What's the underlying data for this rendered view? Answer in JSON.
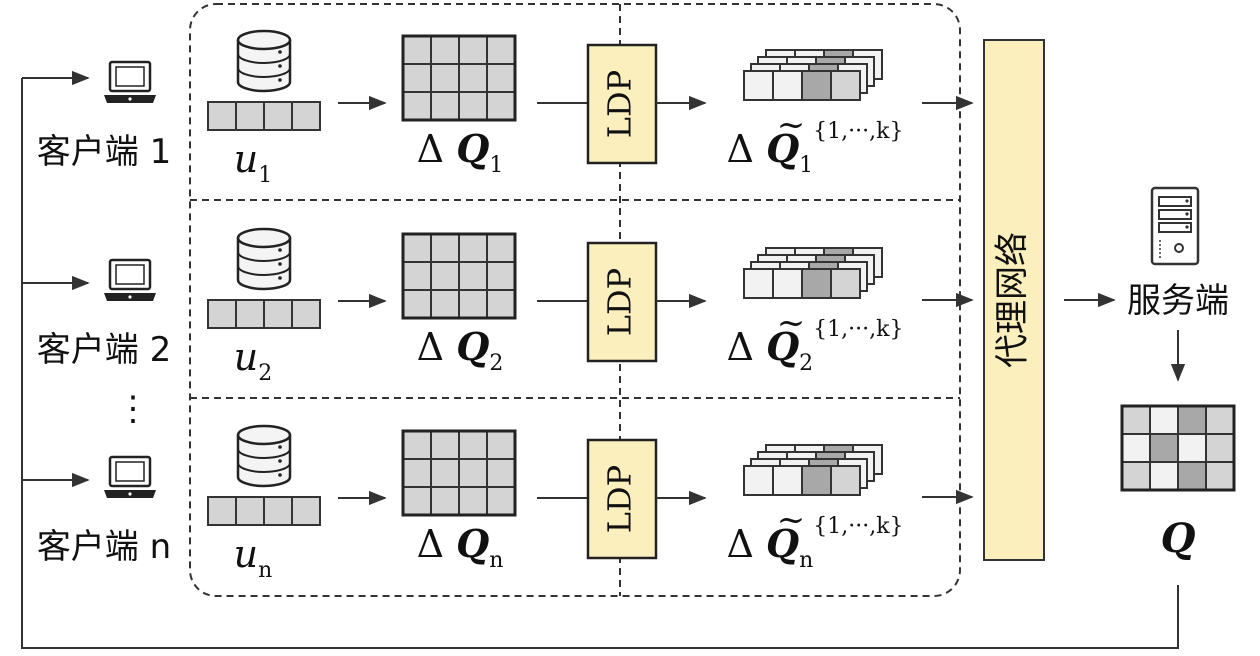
{
  "clients": [
    {
      "label": "客户端 1",
      "u_main": "u",
      "u_sub": "1",
      "dq_sub": "1",
      "dqt_sub": "1"
    },
    {
      "label": "客户端 2",
      "u_main": "u",
      "u_sub": "2",
      "dq_sub": "2",
      "dqt_sub": "2"
    },
    {
      "label": "客户端 n",
      "u_main": "u",
      "u_sub": "n",
      "dq_sub": "n",
      "dqt_sub": "n"
    }
  ],
  "ellipsis": "⋮",
  "ldp_label": "LDP",
  "delta": "Δ",
  "q_letter": "Q",
  "dqt_sup": "{1,···,k}",
  "proxy_label": "代理网络",
  "server_label": "服务端",
  "q_output_label": "Q",
  "colors": {
    "cell_fill": "#d4d4d4",
    "cell_dark": "#a8a8a8",
    "cell_light": "#f2f2f2",
    "ldp_fill": "#fbefbe",
    "stroke": "#333333"
  }
}
